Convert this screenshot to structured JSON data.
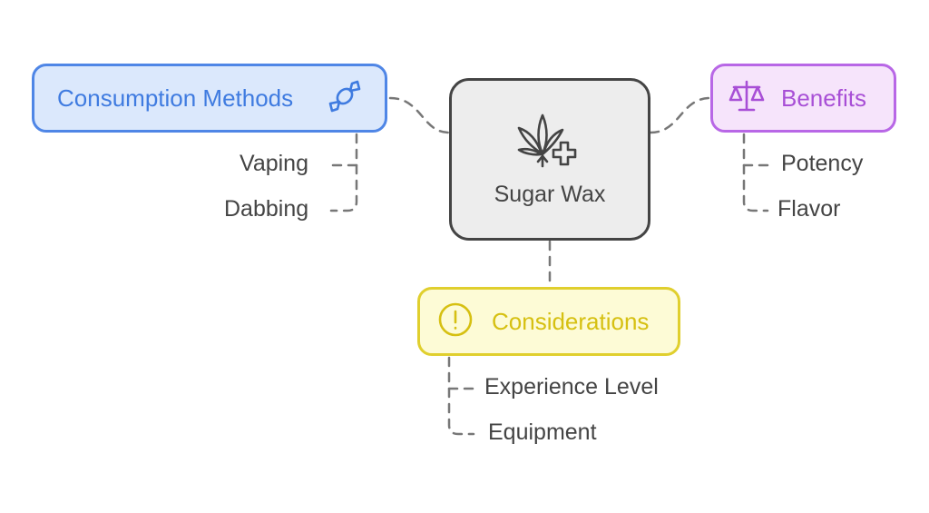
{
  "diagram": {
    "center": {
      "label": "Sugar Wax",
      "icon": "cannabis-leaf-plus-icon"
    },
    "branches": {
      "consumption": {
        "label": "Consumption Methods",
        "icon": "candy-icon",
        "items": [
          "Vaping",
          "Dabbing"
        ]
      },
      "benefits": {
        "label": "Benefits",
        "icon": "balance-scale-icon",
        "items": [
          "Potency",
          "Flavor"
        ]
      },
      "considerations": {
        "label": "Considerations",
        "icon": "exclamation-circle-icon",
        "items": [
          "Experience Level",
          "Equipment"
        ]
      }
    },
    "colors": {
      "center_border": "#444444",
      "center_fill": "#ededed",
      "consumption": "#4f86e6",
      "benefits": "#b867e6",
      "considerations": "#e0cf2e",
      "connector": "#777777"
    }
  }
}
